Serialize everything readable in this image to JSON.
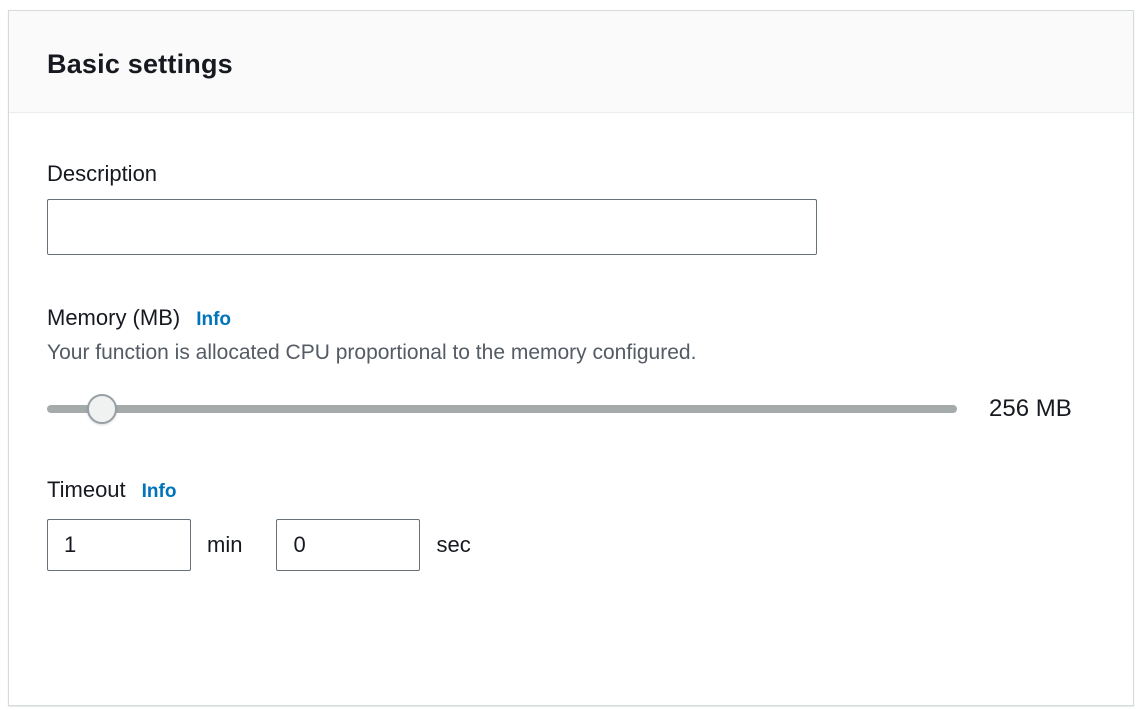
{
  "panel": {
    "title": "Basic settings"
  },
  "description": {
    "label": "Description",
    "value": "",
    "placeholder": ""
  },
  "memory": {
    "label": "Memory (MB)",
    "info_label": "Info",
    "helper": "Your function is allocated CPU proportional to the memory configured.",
    "value_display": "256 MB",
    "slider_percent": 6
  },
  "timeout": {
    "label": "Timeout",
    "info_label": "Info",
    "min_value": "1",
    "min_unit": "min",
    "sec_value": "0",
    "sec_unit": "sec"
  },
  "colors": {
    "accent_link": "#0073bb",
    "header_bg": "#fafafa",
    "card_border": "#d5dbdb",
    "text": "#16191f",
    "helper_text": "#545b64",
    "slider_track": "#a5abab"
  }
}
